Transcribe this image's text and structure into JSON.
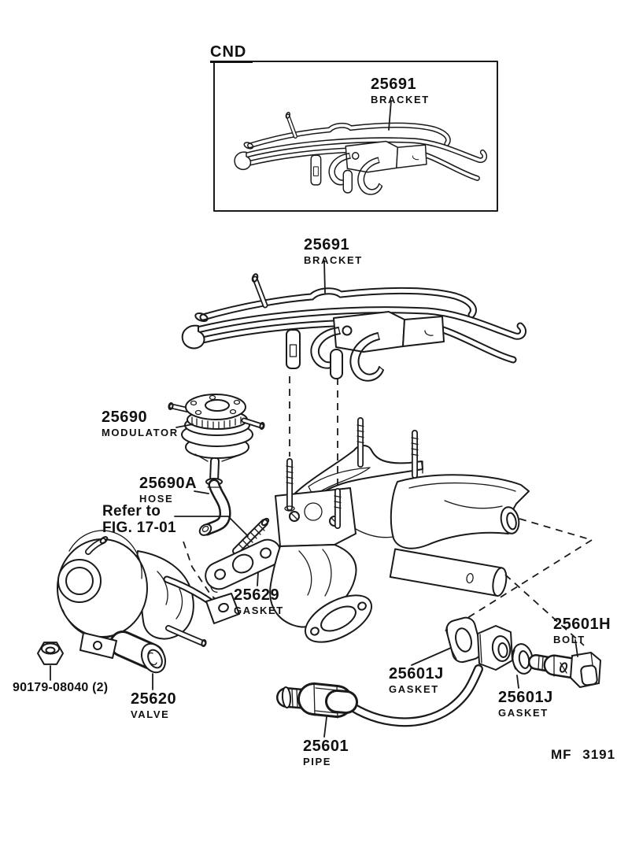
{
  "page": {
    "background": "#ffffff",
    "ink": "#1a1a1a"
  },
  "inset": {
    "label": "CND"
  },
  "footer": {
    "code": "MF  3191"
  },
  "note": {
    "line1": "Refer to",
    "line2": "FIG. 17-01"
  },
  "parts": {
    "bracket_inset": {
      "num": "25691",
      "name": "BRACKET"
    },
    "bracket_main": {
      "num": "25691",
      "name": "BRACKET"
    },
    "modulator": {
      "num": "25690",
      "name": "MODULATOR"
    },
    "hose": {
      "num": "25690A",
      "name": "HOSE"
    },
    "egr_gasket": {
      "num": "25629",
      "name": "GASKET"
    },
    "nut": {
      "num": "90179-08040 (2)"
    },
    "valve": {
      "num": "25620",
      "name": "VALVE"
    },
    "pipe": {
      "num": "25601",
      "name": "PIPE"
    },
    "pipe_gasket_inner": {
      "num": "25601J",
      "name": "GASKET"
    },
    "pipe_gasket_outer": {
      "num": "25601J",
      "name": "GASKET"
    },
    "union_bolt": {
      "num": "25601H",
      "name": "BOLT"
    }
  }
}
